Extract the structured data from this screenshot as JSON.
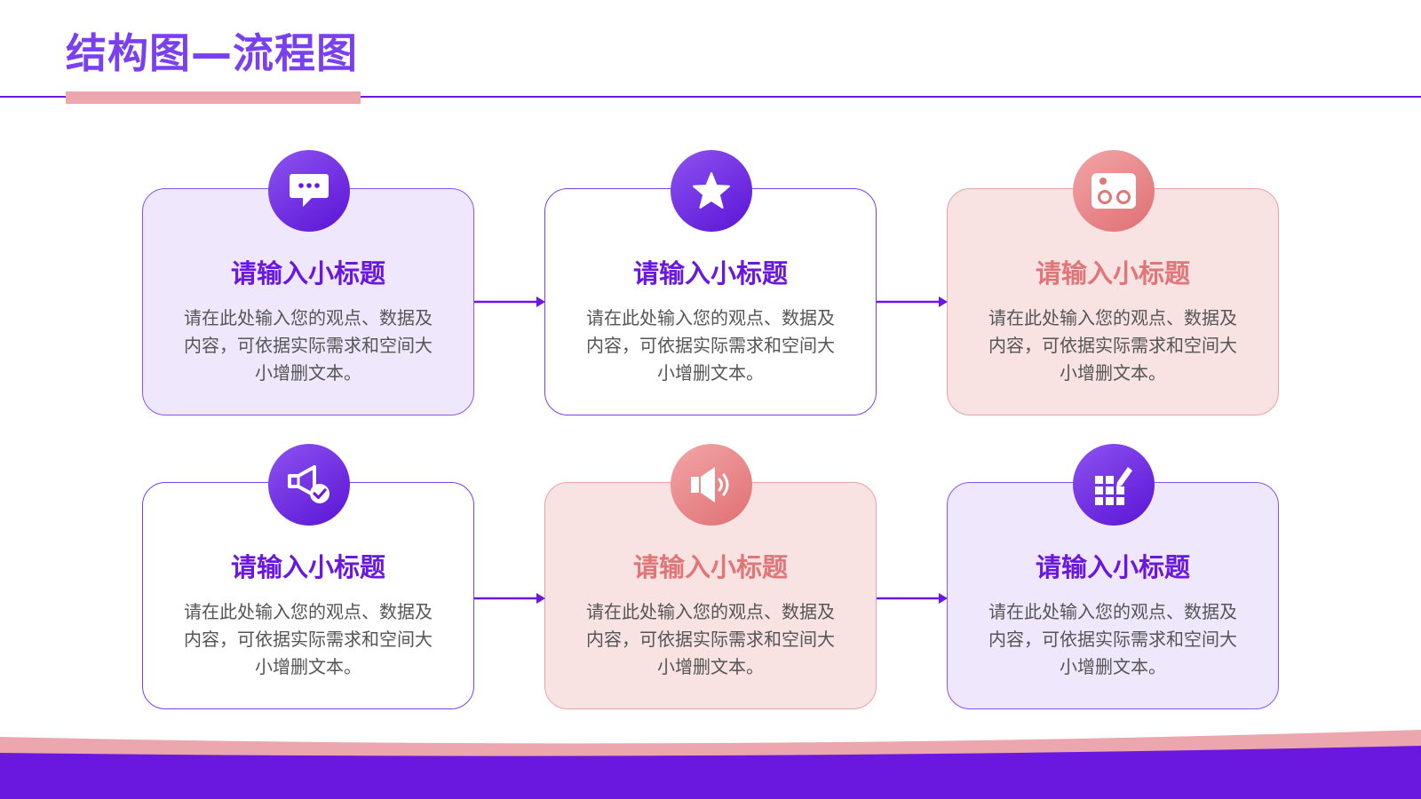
{
  "page": {
    "title": "结构图—流程图"
  },
  "steps": [
    {
      "heading": "请输入小标题",
      "body": "请在此处输入您的观点、数据及内容，可依据实际需求和空间大小增删文本。",
      "icon": "chat-bubble-icon"
    },
    {
      "heading": "请输入小标题",
      "body": "请在此处输入您的观点、数据及内容，可依据实际需求和空间大小增删文本。",
      "icon": "star-icon"
    },
    {
      "heading": "请输入小标题",
      "body": "请在此处输入您的观点、数据及内容，可依据实际需求和空间大小增删文本。",
      "icon": "tape-recorder-icon"
    },
    {
      "heading": "请输入小标题",
      "body": "请在此处输入您的观点、数据及内容，可依据实际需求和空间大小增删文本。",
      "icon": "megaphone-check-icon"
    },
    {
      "heading": "请输入小标题",
      "body": "请在此处输入您的观点、数据及内容，可依据实际需求和空间大小增删文本。",
      "icon": "speaker-volume-icon"
    },
    {
      "heading": "请输入小标题",
      "body": "请在此处输入您的观点、数据及内容，可依据实际需求和空间大小增删文本。",
      "icon": "grid-edit-icon"
    }
  ],
  "colors": {
    "primary_purple": "#6a17e0",
    "title_purple": "#7a3ff0",
    "accent_pink": "#e07678",
    "lavender_fill": "#efe8fd",
    "pink_fill": "#f8e2e2",
    "rule_pink": "#eba7ad"
  }
}
